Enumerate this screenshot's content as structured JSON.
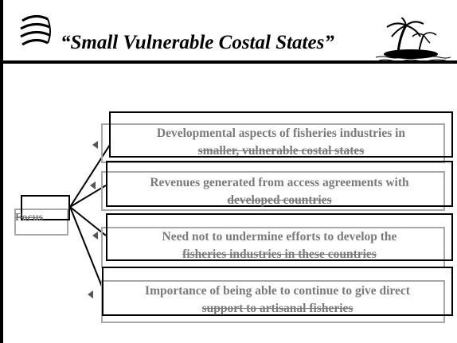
{
  "slide": {
    "title": "“Small Vulnerable Costal States”"
  },
  "diagram": {
    "root_label": "Focus",
    "items": [
      {
        "line1": "Developmental aspects of fisheries industries in",
        "line2": "smaller, vulnerable costal states"
      },
      {
        "line1": "Revenues generated from access agreements with",
        "line2": "developed countries"
      },
      {
        "line1": "Need not to undermine efforts to develop the",
        "line2": "fisheries industries in these countries"
      },
      {
        "line1": "Importance of being able to continue to give direct",
        "line2": "support to artisanal fisheries"
      }
    ]
  }
}
